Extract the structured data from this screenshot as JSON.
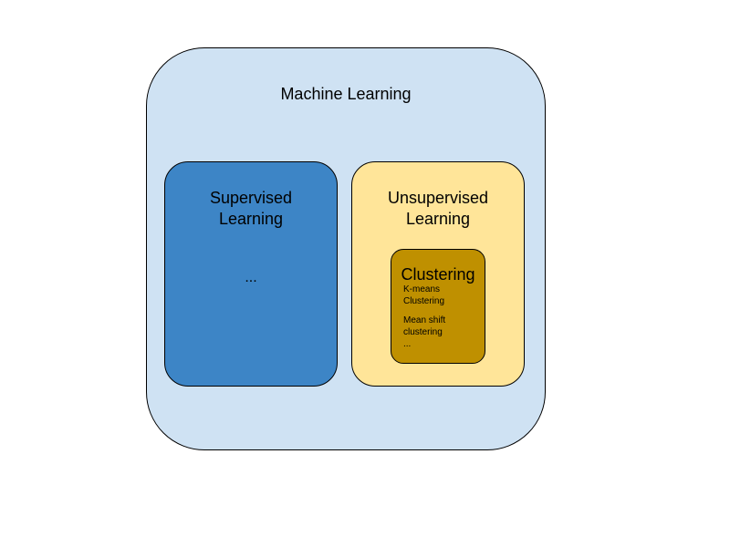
{
  "colors": {
    "outer_fill": "#cfe2f3",
    "supervised_fill": "#3d85c6",
    "unsupervised_fill": "#ffe599",
    "clustering_fill": "#bf9000",
    "stroke": "#000000",
    "text": "#000000"
  },
  "diagram": {
    "outer": {
      "label": "Machine Learning"
    },
    "supervised": {
      "label": "Supervised\nLearning",
      "content": "..."
    },
    "unsupervised": {
      "label": "Unsupervised\nLearning",
      "clustering": {
        "label": "Clustering",
        "items": [
          "K-means\nClustering",
          "Mean shift\nclustering",
          "..."
        ]
      }
    }
  }
}
